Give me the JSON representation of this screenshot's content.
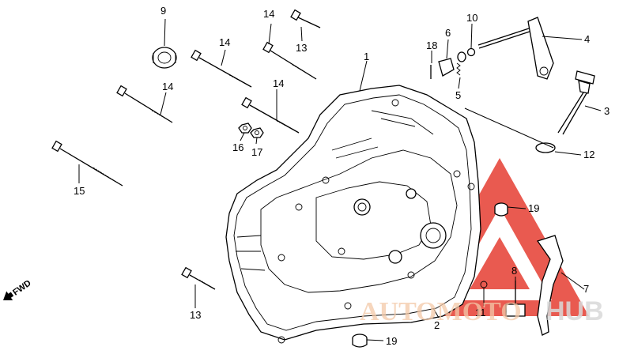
{
  "diagram": {
    "part_labels": [
      {
        "id": "p1",
        "text": "1"
      },
      {
        "id": "p2",
        "text": "2"
      },
      {
        "id": "p3",
        "text": "3"
      },
      {
        "id": "p4",
        "text": "4"
      },
      {
        "id": "p5",
        "text": "5"
      },
      {
        "id": "p6",
        "text": "6"
      },
      {
        "id": "p7",
        "text": "7"
      },
      {
        "id": "p8",
        "text": "8"
      },
      {
        "id": "p9",
        "text": "9"
      },
      {
        "id": "p10",
        "text": "10"
      },
      {
        "id": "p11",
        "text": "11"
      },
      {
        "id": "p12",
        "text": "12"
      },
      {
        "id": "p13a",
        "text": "13"
      },
      {
        "id": "p13b",
        "text": "13"
      },
      {
        "id": "p14a",
        "text": "14"
      },
      {
        "id": "p14b",
        "text": "14"
      },
      {
        "id": "p14c",
        "text": "14"
      },
      {
        "id": "p14d",
        "text": "14"
      },
      {
        "id": "p15",
        "text": "15"
      },
      {
        "id": "p16",
        "text": "16"
      },
      {
        "id": "p17",
        "text": "17"
      },
      {
        "id": "p18",
        "text": "18"
      },
      {
        "id": "p19a",
        "text": "19"
      },
      {
        "id": "p19b",
        "text": "19"
      }
    ],
    "direction_label": "FWD",
    "watermark": {
      "part1": "AUTOMOTO",
      "part2": "HUB",
      "colors": {
        "red": "#e32b1f",
        "gray": "#9a9a9a"
      }
    }
  }
}
